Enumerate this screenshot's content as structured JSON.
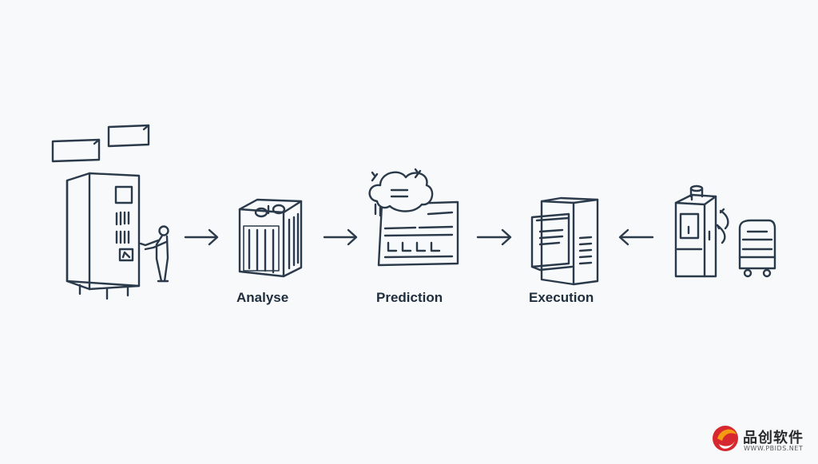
{
  "diagram": {
    "steps": [
      {
        "label": "Analyse"
      },
      {
        "label": "Prediction"
      },
      {
        "label": "Execution"
      }
    ],
    "stroke_color": "#2b3a4a",
    "background_color": "#f7f9fb",
    "icons": [
      "server-rack-with-operator-icon",
      "analysis-module-icon",
      "prediction-cloud-dashboard-icon",
      "execution-server-icon",
      "machine-with-robot-icon"
    ]
  },
  "watermark": {
    "brand": "品创软件",
    "url": "WWW.PBIDS.NET",
    "colors": {
      "red": "#d7282f",
      "orange": "#f39c12"
    }
  }
}
